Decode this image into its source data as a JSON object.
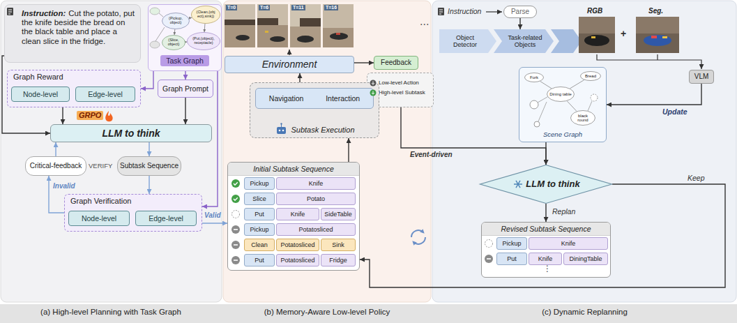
{
  "diagram": {
    "nodes": [
      {
        "text": [
          "Instruction:",
          "Cut the potato, put the knife beside the bread on the black table and place a clean slice in the fridge."
        ]
      },
      {
        "text": [
          "Task Graph"
        ]
      },
      {
        "text": [
          "(Pickup, object)"
        ],
        "in": 1
      },
      {
        "text": [
          "(Clean,(obj ect),sink))"
        ],
        "in": 1
      },
      {
        "text": [
          "(Slice, object)"
        ],
        "in": 1
      },
      {
        "text": [
          "(Put,(object), receptacle)"
        ],
        "in": 1
      },
      {
        "text": [
          "Graph Reward"
        ]
      },
      {
        "text": [
          "Node-level"
        ],
        "in": 6
      },
      {
        "text": [
          "Edge-level"
        ],
        "in": 6
      },
      {
        "text": [
          "Graph Prompt"
        ]
      },
      {
        "text": [
          "LLM to think"
        ]
      },
      {
        "text": [
          "Critical-feedback"
        ]
      },
      {
        "text": [
          "Subtask Sequence"
        ]
      },
      {
        "text": [
          "Graph Verification"
        ]
      },
      {
        "text": [
          "Node-level"
        ],
        "in": 13
      },
      {
        "text": [
          "Edge-level"
        ],
        "in": 13
      },
      {
        "text": [
          "Environment"
        ]
      },
      {
        "text": [
          "Feedback"
        ]
      },
      {
        "text": [
          "Low-level Action",
          "High-level Subtask"
        ]
      },
      {
        "text": [
          "Subtask Execution"
        ]
      },
      {
        "text": [
          "Navigation",
          "Interaction"
        ],
        "in": 19
      },
      {
        "text": [
          "Initial Subtask Sequence"
        ]
      },
      {
        "text": [
          "Pickup"
        ],
        "in": 21
      },
      {
        "text": [
          "Knife"
        ],
        "in": 21
      },
      {
        "text": [
          "Slice"
        ],
        "in": 21
      },
      {
        "text": [
          "Potato"
        ],
        "in": 21
      },
      {
        "text": [
          "Put"
        ],
        "in": 21
      },
      {
        "text": [
          "Knife"
        ],
        "in": 21
      },
      {
        "text": [
          "SideTable"
        ],
        "in": 21
      },
      {
        "text": [
          "Pickup"
        ],
        "in": 21
      },
      {
        "text": [
          "Potatosliced"
        ],
        "in": 21
      },
      {
        "text": [
          "Clean"
        ],
        "in": 21
      },
      {
        "text": [
          "Potatosliced"
        ],
        "in": 21
      },
      {
        "text": [
          "Sink"
        ],
        "in": 21
      },
      {
        "text": [
          "Put"
        ],
        "in": 21
      },
      {
        "text": [
          "Potatosliced"
        ],
        "in": 21
      },
      {
        "text": [
          "Fridge"
        ],
        "in": 21
      },
      {
        "text": [
          "Parse"
        ]
      },
      {
        "text": [
          "Object Detector"
        ]
      },
      {
        "text": [
          "Task-related Objects"
        ]
      },
      {
        "text": [
          "VLM"
        ]
      },
      {
        "text": [
          "Scene Graph"
        ]
      },
      {
        "text": [
          "Fork"
        ],
        "in": 41
      },
      {
        "text": [
          "Bread"
        ],
        "in": 41
      },
      {
        "text": [
          "Dining table"
        ],
        "in": 41
      },
      {
        "text": [
          "black round"
        ],
        "in": 41
      },
      {
        "text": [
          "LLM to think"
        ]
      },
      {
        "text": [
          "Revised Subtask Sequence"
        ]
      },
      {
        "text": [
          "Pickup"
        ],
        "in": 47
      },
      {
        "text": [
          "Knife"
        ],
        "in": 47
      },
      {
        "text": [
          "Put"
        ],
        "in": 47
      },
      {
        "text": [
          "Knife"
        ],
        "in": 47
      },
      {
        "text": [
          "DiningTable"
        ],
        "in": 47
      }
    ],
    "edges": [
      {
        "from": 2,
        "to": 3,
        "arrow": "to"
      },
      {
        "from": 2,
        "to": 4,
        "arrow": "to"
      },
      {
        "from": 4,
        "to": 5,
        "arrow": "to"
      },
      {
        "from": 3,
        "to": 5,
        "arrow": "to"
      },
      {
        "from": 1,
        "to": 6,
        "arrow": "to"
      },
      {
        "from": 1,
        "to": 9,
        "arrow": "to"
      },
      {
        "from": 0,
        "to": 10,
        "arrow": "to"
      },
      {
        "from": 6,
        "to": 10,
        "arrow": "to"
      },
      {
        "from": 9,
        "to": 10,
        "arrow": "to"
      },
      {
        "from": 1,
        "to": 13,
        "arrow": "to"
      },
      {
        "from": 10,
        "to": 12,
        "arrow": "to"
      },
      {
        "from": 12,
        "to": 13,
        "arrow": "to"
      },
      {
        "from": 13,
        "to": 11,
        "arrow": "to",
        "label": "Invalid"
      },
      {
        "from": 11,
        "to": 10,
        "arrow": "to"
      },
      {
        "from": 13,
        "to": 21,
        "arrow": "to",
        "label": "Valid"
      },
      {
        "from": 21,
        "to": 19,
        "arrow": "to"
      },
      {
        "from": 19,
        "to": 16,
        "arrow": "to"
      },
      {
        "from": 16,
        "to": 17,
        "arrow": "to"
      },
      {
        "from": 18,
        "to": 46,
        "arrow": "to",
        "label": "Event-driven"
      },
      {
        "from": 37,
        "to": 39,
        "arrow": "to"
      },
      {
        "from": 40,
        "to": 41,
        "arrow": "to",
        "label": "Update"
      },
      {
        "from": 41,
        "to": 46,
        "arrow": "to"
      },
      {
        "from": 46,
        "to": 47,
        "arrow": "to",
        "label": "Replan"
      },
      {
        "from": 46,
        "to": 21,
        "arrow": "to",
        "label": "Keep"
      },
      {
        "from": 42,
        "to": 44,
        "arrow": "none"
      },
      {
        "from": 43,
        "to": 44,
        "arrow": "none"
      },
      {
        "from": 44,
        "to": 45,
        "arrow": "none"
      }
    ],
    "labels": [
      "GRPO",
      "VERIFY",
      "T=0",
      "T=6",
      "T=11",
      "T=16",
      "...",
      "Instruction",
      "RGB",
      "+",
      "Seg.",
      "⋮",
      "(a) High-level Planning with Task Graph",
      "(b) Memory-Aware Low-level Policy",
      "(c) Dynamic Replanning"
    ]
  }
}
